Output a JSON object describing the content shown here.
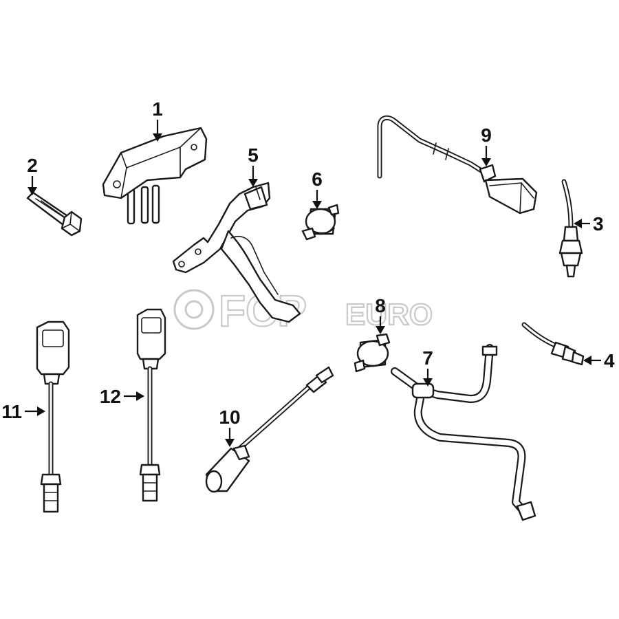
{
  "watermark": {
    "brand": "FCP",
    "suffix": "EURO"
  },
  "callouts": [
    {
      "id": "1",
      "label": "1"
    },
    {
      "id": "2",
      "label": "2"
    },
    {
      "id": "3",
      "label": "3"
    },
    {
      "id": "4",
      "label": "4"
    },
    {
      "id": "5",
      "label": "5"
    },
    {
      "id": "6",
      "label": "6"
    },
    {
      "id": "7",
      "label": "7"
    },
    {
      "id": "8",
      "label": "8"
    },
    {
      "id": "9",
      "label": "9"
    },
    {
      "id": "10",
      "label": "10"
    },
    {
      "id": "11",
      "label": "11"
    },
    {
      "id": "12",
      "label": "12"
    }
  ]
}
